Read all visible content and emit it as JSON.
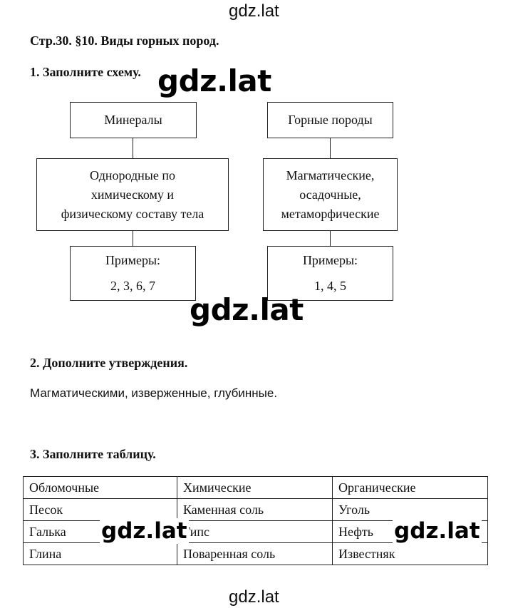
{
  "watermark": {
    "top": "gdz.lat",
    "bottom": "gdz.lat",
    "overlay": "gdz.lat"
  },
  "page_title": "Стр.30. §10. Виды горных пород.",
  "task1": {
    "heading": "1. Заполните схему.",
    "left": {
      "title": "Минералы",
      "definition": [
        "Однородные по",
        "химическому и",
        "физическому составу тела"
      ],
      "examples_label": "Примеры:",
      "examples": "2, 3, 6, 7"
    },
    "right": {
      "title": "Горные породы",
      "definition": [
        "Магматические,",
        "осадочные,",
        "метаморфические"
      ],
      "examples_label": "Примеры:",
      "examples": "1, 4, 5"
    }
  },
  "task2": {
    "heading": "2. Дополните утверждения.",
    "answer": "Магматическими, изверженные, глубинные."
  },
  "task3": {
    "heading": "3. Заполните таблицу.",
    "rows": [
      [
        "Обломочные",
        "Химические",
        "Органические"
      ],
      [
        "Песок",
        "Каменная соль",
        "Уголь"
      ],
      [
        "Галька",
        "Гипс",
        "Нефть"
      ],
      [
        "Глина",
        "Поваренная соль",
        "Известняк"
      ]
    ]
  }
}
